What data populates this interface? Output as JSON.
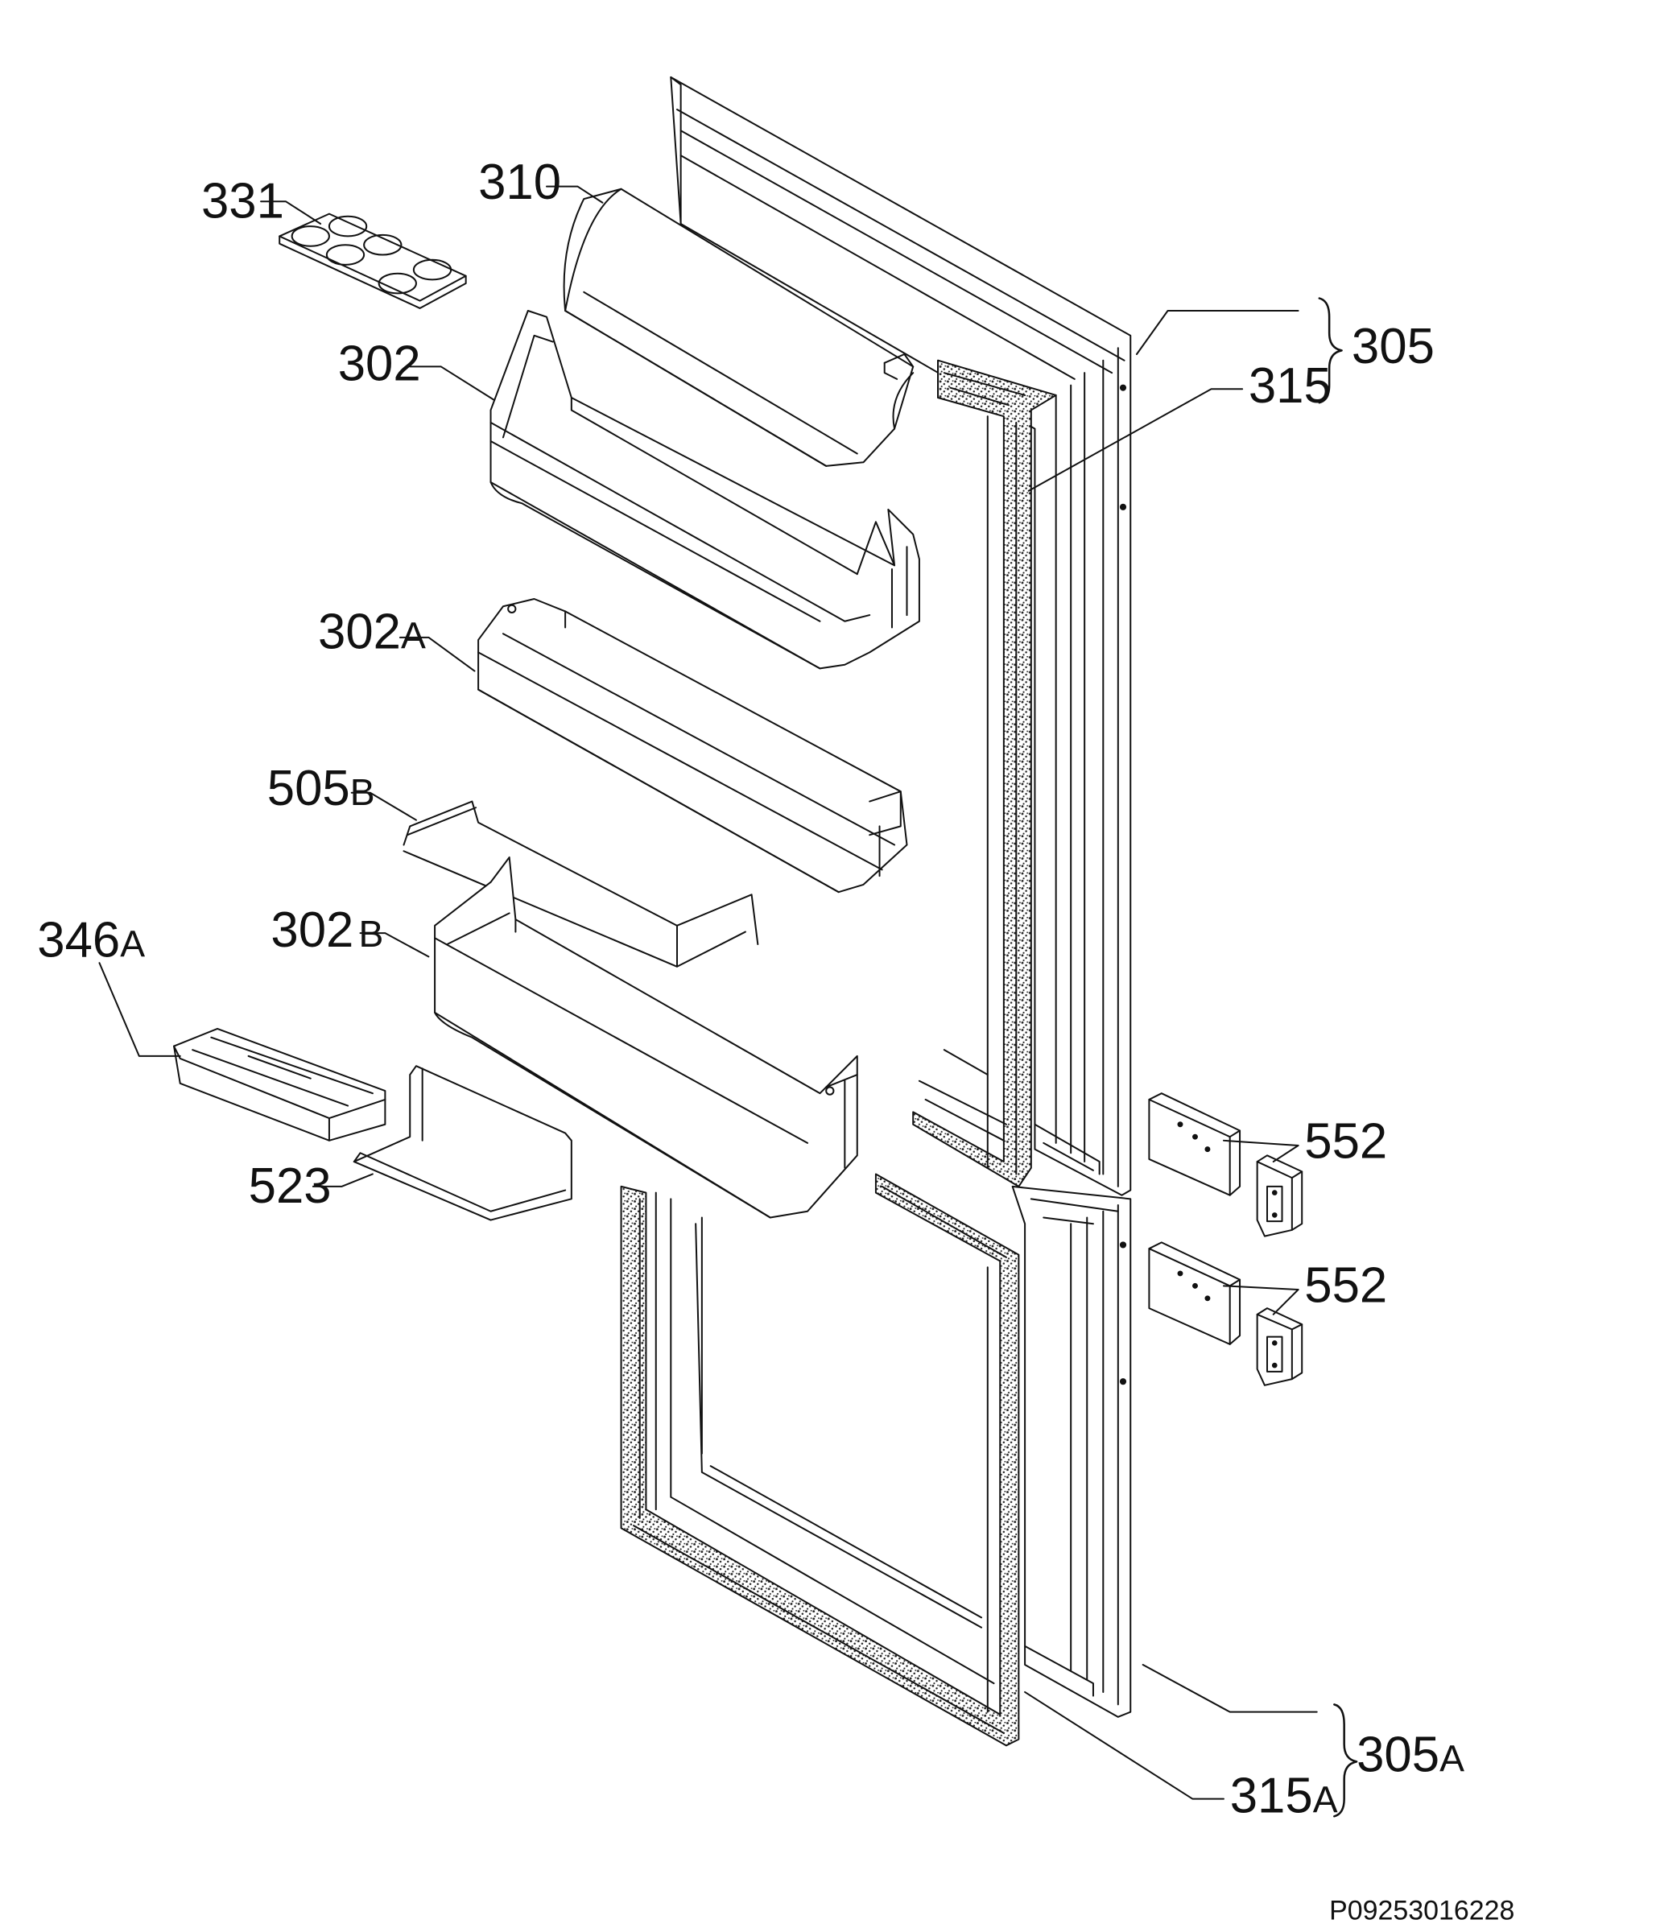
{
  "diagram": {
    "code": "P09253016228",
    "colors": {
      "line": "#111111",
      "gasket_fill": "#9a9a9a",
      "background": "#ffffff"
    },
    "labels": {
      "p331": {
        "num": "331",
        "suffix": ""
      },
      "p310": {
        "num": "310",
        "suffix": ""
      },
      "p302": {
        "num": "302",
        "suffix": ""
      },
      "p302a": {
        "num": "302",
        "suffix": "A"
      },
      "p505b": {
        "num": "505",
        "suffix": "B"
      },
      "p302b": {
        "num": "302",
        "suffix": "B"
      },
      "p346a": {
        "num": "346",
        "suffix": "A"
      },
      "p523": {
        "num": "523",
        "suffix": ""
      },
      "p305": {
        "num": "305",
        "suffix": ""
      },
      "p315": {
        "num": "315",
        "suffix": ""
      },
      "p552a": {
        "num": "552",
        "suffix": ""
      },
      "p552b": {
        "num": "552",
        "suffix": ""
      },
      "p305a": {
        "num": "305",
        "suffix": "A"
      },
      "p315a": {
        "num": "315",
        "suffix": "A"
      }
    }
  }
}
